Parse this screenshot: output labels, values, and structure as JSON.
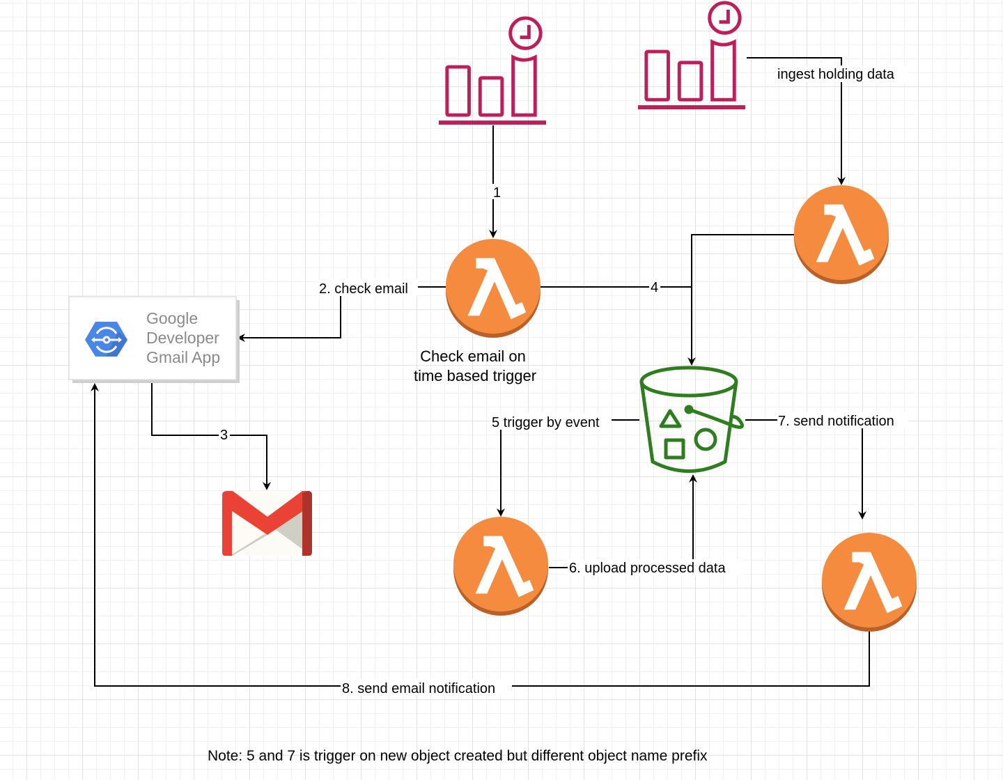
{
  "diagram": {
    "nodes": {
      "scheduler_1": {
        "type": "eventbridge-schedule",
        "color": "#BE1E5A"
      },
      "scheduler_2": {
        "type": "eventbridge-schedule",
        "color": "#BE1E5A"
      },
      "lambda_check_email": {
        "type": "aws-lambda",
        "caption_line1": "Check email on",
        "caption_line2": "time based trigger"
      },
      "lambda_ingest": {
        "type": "aws-lambda"
      },
      "lambda_process": {
        "type": "aws-lambda"
      },
      "lambda_notify": {
        "type": "aws-lambda"
      },
      "s3_bucket": {
        "type": "aws-s3-bucket",
        "color": "#2E7D1F"
      },
      "gmail_app": {
        "type": "google-developer-app",
        "line1": "Google",
        "line2": "Developer",
        "line3": "Gmail App"
      },
      "gmail": {
        "type": "gmail-logo"
      }
    },
    "edges": [
      {
        "id": "e1",
        "from": "scheduler_1",
        "to": "lambda_check_email",
        "label": "1"
      },
      {
        "id": "e2",
        "from": "lambda_check_email",
        "to": "gmail_app",
        "label": "2. check email"
      },
      {
        "id": "e3",
        "from": "gmail_app",
        "to": "gmail",
        "label": "3"
      },
      {
        "id": "e4",
        "from": "lambda_check_email",
        "to": "s3_bucket",
        "label": "4"
      },
      {
        "id": "e_ingest",
        "from": "scheduler_2",
        "to": "lambda_ingest",
        "label": "ingest holding data"
      },
      {
        "id": "e_ingest_s3",
        "from": "lambda_ingest",
        "to": "s3_bucket",
        "label": ""
      },
      {
        "id": "e5",
        "from": "s3_bucket",
        "to": "lambda_process",
        "label": "5 trigger by event"
      },
      {
        "id": "e6",
        "from": "lambda_process",
        "to": "s3_bucket",
        "label": "6. upload processed data"
      },
      {
        "id": "e7",
        "from": "s3_bucket",
        "to": "lambda_notify",
        "label": "7. send notification"
      },
      {
        "id": "e8",
        "from": "lambda_notify",
        "to": "gmail_app",
        "label": "8. send email notification"
      }
    ],
    "note": "Note: 5 and 7 is trigger on new object created but different object name prefix"
  },
  "colors": {
    "lambda_orange": "#F58B3F",
    "lambda_shadow": "#B8622A",
    "gcp_blue": "#4A86E8",
    "gmail_red": "#EA4335",
    "gmail_dark_red": "#B0332B"
  }
}
